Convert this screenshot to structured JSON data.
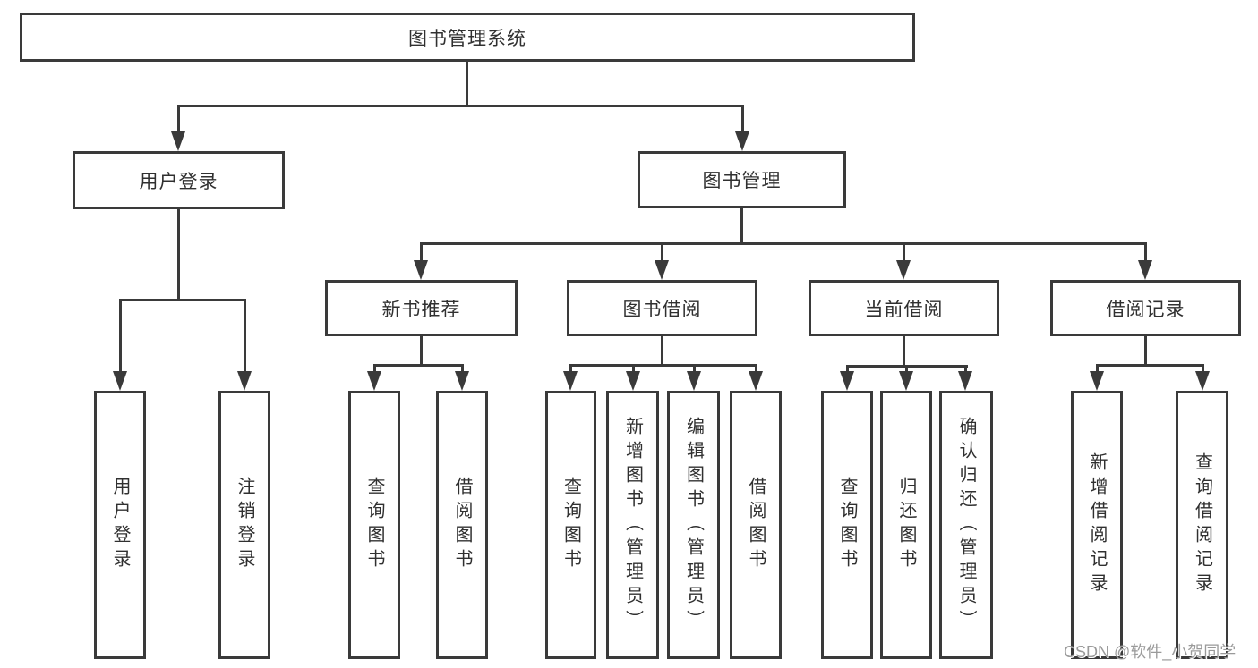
{
  "nodes": {
    "root": {
      "label": "图书管理系统"
    },
    "user_login": {
      "label": "用户登录"
    },
    "book_mgmt": {
      "label": "图书管理"
    },
    "new_book_rec": {
      "label": "新书推荐"
    },
    "book_borrow": {
      "label": "图书借阅"
    },
    "current_borrow": {
      "label": "当前借阅"
    },
    "borrow_record": {
      "label": "借阅记录"
    },
    "leaves": {
      "user_login": {
        "label": "用户登录"
      },
      "logout_login": {
        "label": "注销登录"
      },
      "nbr_query_books": {
        "label": "查询图书"
      },
      "nbr_borrow_books": {
        "label": "借阅图书"
      },
      "bb_query_books": {
        "label": "查询图书"
      },
      "bb_add_books": {
        "label": "新增图书（管理员）"
      },
      "bb_edit_books": {
        "label": "编辑图书（管理员）"
      },
      "bb_borrow_books": {
        "label": "借阅图书"
      },
      "cb_query_books": {
        "label": "查询图书"
      },
      "cb_return_books": {
        "label": "归还图书"
      },
      "cb_confirm_return": {
        "label": "确认归还（管理员）"
      },
      "br_add_record": {
        "label": "新增借阅记录"
      },
      "br_query_record": {
        "label": "查询借阅记录"
      }
    }
  },
  "watermark": {
    "text": "CSDN @软件_小贺同学"
  },
  "colors": {
    "line": "#3a3a3a",
    "box_border": "#3a3a3a",
    "text": "#303030",
    "background": "#ffffff",
    "watermark": "#9a9a9a"
  }
}
